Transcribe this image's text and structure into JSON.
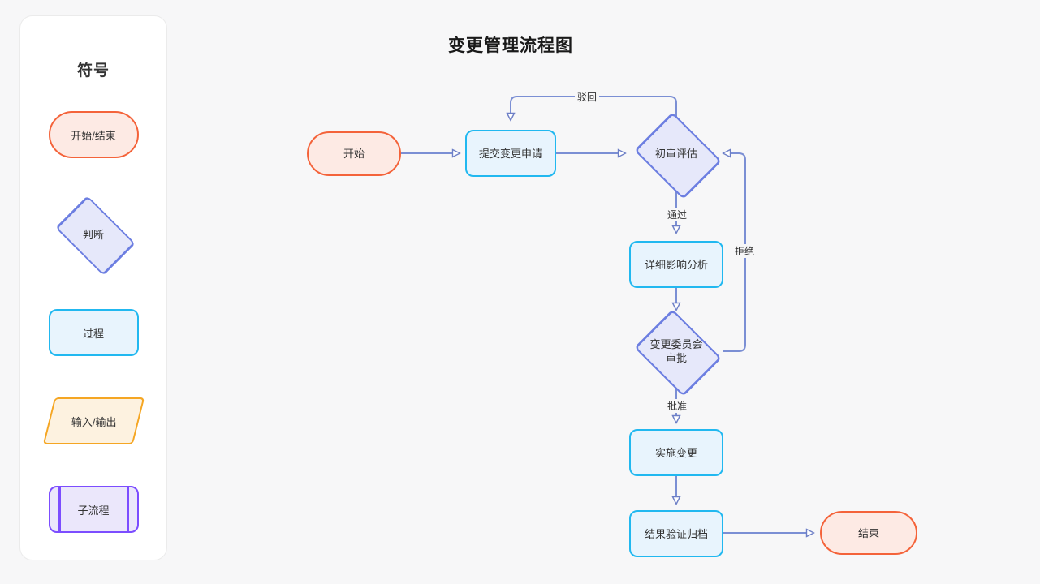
{
  "page": {
    "background_color": "#f7f7f8"
  },
  "legend": {
    "title": "符号",
    "items": [
      {
        "label": "开始/结束",
        "shape": "terminator",
        "border_color": "#f4633a",
        "fill_color": "#fdeae4"
      },
      {
        "label": "判断",
        "shape": "decision",
        "border_color": "#6c7ee1",
        "fill_color": "#e6e8fa"
      },
      {
        "label": "过程",
        "shape": "process",
        "border_color": "#21b8f0",
        "fill_color": "#e8f4fd"
      },
      {
        "label": "输入/输出",
        "shape": "parallelogram",
        "border_color": "#f5a623",
        "fill_color": "#fdf2e0"
      },
      {
        "label": "子流程",
        "shape": "subprocess",
        "border_color": "#7c4dff",
        "fill_color": "#ebe7fb"
      }
    ]
  },
  "diagram": {
    "title": "变更管理流程图",
    "edge_color": "#7b8fd4",
    "nodes": [
      {
        "id": "start",
        "label": "开始",
        "type": "terminator"
      },
      {
        "id": "submit",
        "label": "提交变更申请",
        "type": "process"
      },
      {
        "id": "initial_review",
        "label": "初审评估",
        "type": "decision"
      },
      {
        "id": "impact_analysis",
        "label": "详细影响分析",
        "type": "process"
      },
      {
        "id": "ccb_approval",
        "label": "变更委员会\n审批",
        "type": "decision"
      },
      {
        "id": "implement",
        "label": "实施变更",
        "type": "process"
      },
      {
        "id": "verify_archive",
        "label": "结果验证归档",
        "type": "process"
      },
      {
        "id": "end",
        "label": "结束",
        "type": "terminator"
      }
    ],
    "edge_labels": [
      {
        "id": "reject_back",
        "label": "驳回"
      },
      {
        "id": "pass",
        "label": "通过"
      },
      {
        "id": "refuse",
        "label": "拒绝"
      },
      {
        "id": "approve",
        "label": "批准"
      }
    ]
  }
}
